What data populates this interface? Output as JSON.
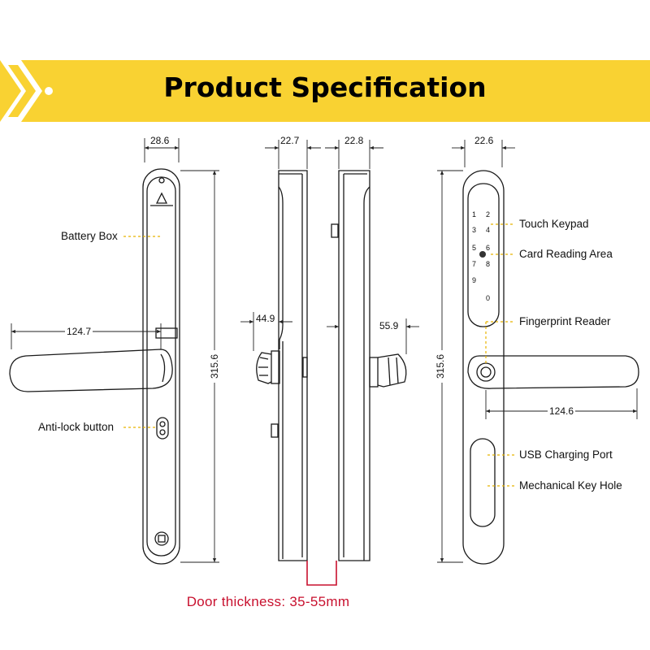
{
  "banner": {
    "title": "Product Specification",
    "color": "#f9d232"
  },
  "callouts": {
    "battery_box": "Battery Box",
    "anti_lock_button": "Anti-lock button",
    "touch_keypad": "Touch Keypad",
    "card_reading_area": "Card Reading Area",
    "fingerprint_reader": "Fingerprint Reader",
    "usb_charging_port": "USB Charging Port",
    "mechanical_key_hole": "Mechanical Key Hole"
  },
  "dimensions": {
    "front_width": "28.6",
    "front_handle": "124.7",
    "front_height": "315.6",
    "side_a_width": "22.7",
    "side_b_width": "22.8",
    "side_a_knob": "44.9",
    "side_b_knob": "55.9",
    "back_width": "22.6",
    "back_handle": "124.6",
    "back_height": "315.6"
  },
  "keypad_keys": [
    "1",
    "2",
    "3",
    "4",
    "5",
    "6",
    "7",
    "8",
    "9",
    "0"
  ],
  "door_note": "Door thickness: 35-55mm",
  "colors": {
    "accent": "#f9d232",
    "note": "#c8102e",
    "leader": "#e8b500"
  }
}
